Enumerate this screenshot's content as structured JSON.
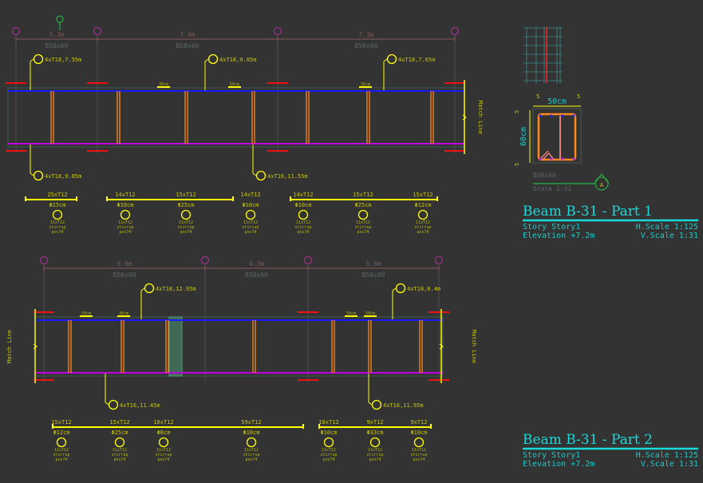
{
  "colors": {
    "background": "#333333",
    "top_bar": "#1a1aff",
    "bottom_bar": "#c000e0",
    "stirrup": "#ff8a1a",
    "column": "#ee1111",
    "annotation": "#ffff00",
    "title": "#19d9d9",
    "grid": "#a0308f"
  },
  "part1": {
    "title": "Beam B-31 - Part 1",
    "story": "Story Story1",
    "elevation": "Elevation +7.2m",
    "hscale": "H.Scale 1:125",
    "vscale": "V.Scale 1:31",
    "section_marker": "A",
    "spans": [
      "3.3m",
      "7.4m",
      "7.3m"
    ],
    "sections": [
      "B50x60",
      "B50x60",
      "B50x60"
    ],
    "top_callouts": [
      "4xT18,7.55m",
      "4xT18,9.05m",
      "4xT18,7.65m"
    ],
    "bottom_callouts": [
      "4xT18,9.85m",
      "4xT16,11.55m"
    ],
    "bar_marks": [
      "36cm",
      "36cm",
      "50cm"
    ],
    "match_line": "Match Line",
    "stirrup_groups": [
      {
        "count": "25xT12",
        "spacing": "Φ15cm",
        "l1": "11xT12",
        "l2": "stirrup",
        "l3": "pos74"
      },
      {
        "count": "14xT12",
        "spacing": "Φ10cm",
        "l1": "11xT12",
        "l2": "stirrup",
        "l3": "pos74"
      },
      {
        "count": "15xT12",
        "spacing": "Φ25cm",
        "l1": "11xT12",
        "l2": "stirrup",
        "l3": "pos74"
      },
      {
        "count": "14xT12",
        "spacing": "Φ10cm",
        "l1": "11xT12",
        "l2": "stirrup",
        "l3": "pos74"
      },
      {
        "count": "14xT12",
        "spacing": "Φ10cm",
        "l1": "11xT12",
        "l2": "stirrup",
        "l3": "pos74"
      },
      {
        "count": "15xT12",
        "spacing": "Φ25cm",
        "l1": "11xT12",
        "l2": "stirrup",
        "l3": "pos74"
      },
      {
        "count": "15xT12",
        "spacing": "Φ12cm",
        "l1": "11xT12",
        "l2": "stirrup",
        "l3": "pos74"
      }
    ]
  },
  "section": {
    "width": "50cm",
    "height": "60cm",
    "cover": "5",
    "name": "B50x60",
    "scale": "Scale 1:31",
    "marker": "A"
  },
  "part2": {
    "title": "Beam B-31 - Part 2",
    "story": "Story Story1",
    "elevation": "Elevation +7.2m",
    "hscale": "H.Scale 1:125",
    "vscale": "V.Scale 1:31",
    "spans": [
      "6.9m",
      "4.3m",
      "5.3m"
    ],
    "sections": [
      "B50x60",
      "B50x60",
      "B50x60"
    ],
    "top_callouts": [
      "4xT18,12.95m",
      "4xT18,6.4m"
    ],
    "bottom_callouts": [
      "4xT16,11.45m",
      "4xT16,11.95m"
    ],
    "bar_marks": [
      "36cm",
      "50cm",
      "50cm",
      "50cm"
    ],
    "match_line": "Match Line",
    "stirrup_groups": [
      {
        "count": "15xT12",
        "spacing": "Φ12cm",
        "l1": "11xT12",
        "l2": "stirrup",
        "l3": "pos74"
      },
      {
        "count": "15xT12",
        "spacing": "Φ25cm",
        "l1": "11xT12",
        "l2": "stirrup",
        "l3": "pos74"
      },
      {
        "count": "18xT12",
        "spacing": "Φ8cm",
        "l1": "11xT12",
        "l2": "stirrup",
        "l3": "pos74"
      },
      {
        "count": "59xT12",
        "spacing": "Φ10cm",
        "l1": "11xT12",
        "l2": "stirrup",
        "l3": "pos74"
      },
      {
        "count": "10xT12",
        "spacing": "Φ10cm",
        "l1": "11xT12",
        "l2": "stirrup",
        "l3": "pos74"
      },
      {
        "count": "9xT12",
        "spacing": "Φ33cm",
        "l1": "11xT12",
        "l2": "stirrup",
        "l3": "pos74"
      },
      {
        "count": "9xT12",
        "spacing": "Φ10cm",
        "l1": "11xT12",
        "l2": "stirrup",
        "l3": "pos74"
      }
    ]
  }
}
